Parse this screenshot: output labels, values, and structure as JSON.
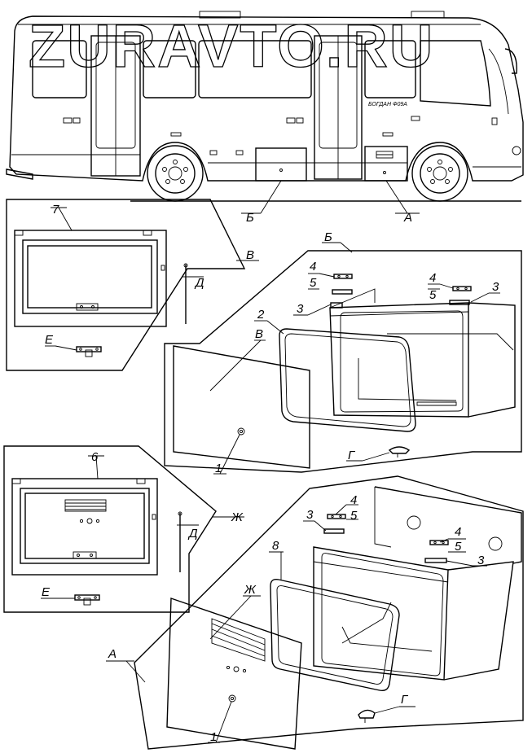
{
  "watermark": "ZURAVTO.RU",
  "corner_note": "",
  "bus": {
    "nameplate": "БОГДАН  Ф09А"
  },
  "callouts": {
    "A": "А",
    "B": "Б",
    "V": "В",
    "G": "Г",
    "D": "Д",
    "E": "Е",
    "Zh": "Ж",
    "n1": "1",
    "n2": "2",
    "n3": "3",
    "n4": "4",
    "n5": "5",
    "n6": "6",
    "n7": "7",
    "n8": "8"
  },
  "icons": [
    "bus-side-view",
    "hatch-assembly",
    "latch",
    "hinge"
  ]
}
